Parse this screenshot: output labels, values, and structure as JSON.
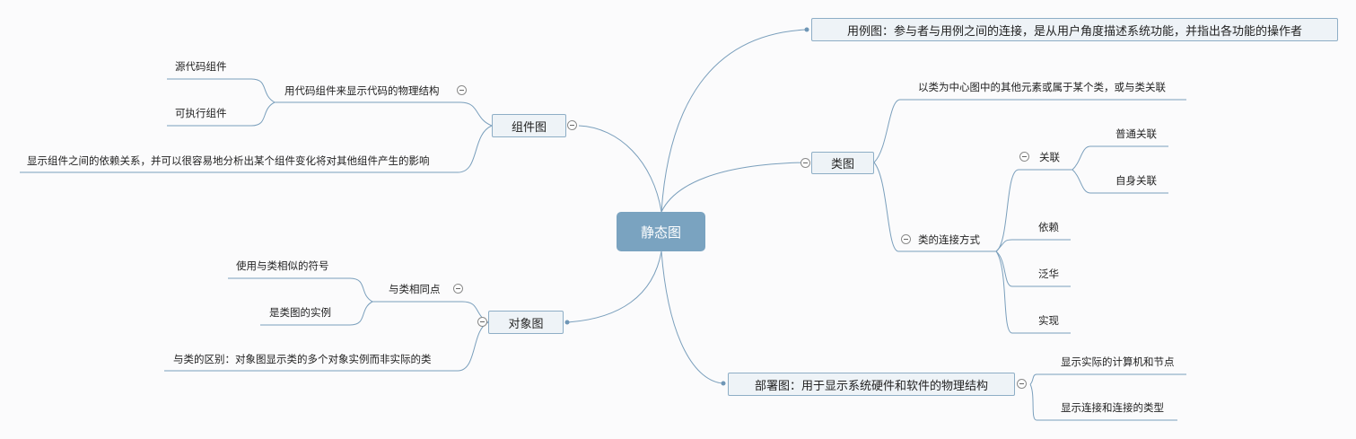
{
  "root": {
    "label": "静态图"
  },
  "use_case": {
    "label": "用例图：参与者与用例之间的连接，是从用户角度描述系统功能，并指出各功能的操作者"
  },
  "class_diagram": {
    "label": "类图",
    "desc": "以类为中心图中的其他元素或属于某个类，或与类关联",
    "connection": {
      "label": "类的连接方式",
      "association": {
        "label": "关联",
        "children": [
          "普通关联",
          "自身关联"
        ]
      },
      "others": [
        "依赖",
        "泛华",
        "实现"
      ]
    }
  },
  "deployment": {
    "label": "部署图：用于显示系统硬件和软件的物理结构",
    "children": [
      "显示实际的计算机和节点",
      "显示连接和连接的类型"
    ]
  },
  "component": {
    "label": "组件图",
    "physical": {
      "label": "用代码组件来显示代码的物理结构",
      "children": [
        "源代码组件",
        "可执行组件"
      ]
    },
    "dependency": "显示组件之间的依赖关系，并可以很容易地分析出某个组件变化将对其他组件产生的影响"
  },
  "object": {
    "label": "对象图",
    "same": {
      "label": "与类相同点",
      "children": [
        "使用与类相似的符号",
        "是类图的实例"
      ]
    },
    "difference": "与类的区别：对象图显示类的多个对象实例而非实际的类"
  }
}
